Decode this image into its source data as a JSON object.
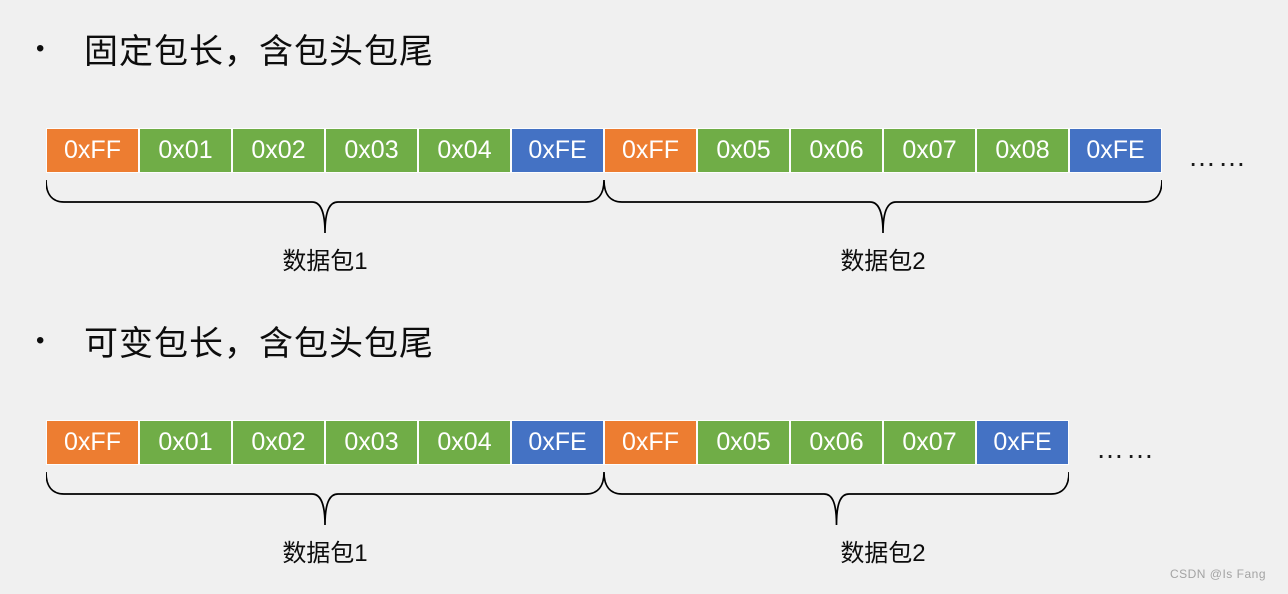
{
  "page": {
    "background": "#F0F0F0",
    "watermark": "CSDN @Is Fang"
  },
  "colors": {
    "bg": "#F0F0F0",
    "head": "#ED7D31",
    "data": "#70AD47",
    "tail": "#4472C4",
    "cell_text": "#FFFFFF",
    "text": "#0D0D0D"
  },
  "sections": [
    {
      "bullet": "•",
      "title": "固定包长，含包头包尾",
      "cells": [
        {
          "label": "0xFF",
          "type": "head"
        },
        {
          "label": "0x01",
          "type": "data"
        },
        {
          "label": "0x02",
          "type": "data"
        },
        {
          "label": "0x03",
          "type": "data"
        },
        {
          "label": "0x04",
          "type": "data"
        },
        {
          "label": "0xFE",
          "type": "tail"
        },
        {
          "label": "0xFF",
          "type": "head"
        },
        {
          "label": "0x05",
          "type": "data"
        },
        {
          "label": "0x06",
          "type": "data"
        },
        {
          "label": "0x07",
          "type": "data"
        },
        {
          "label": "0x08",
          "type": "data"
        },
        {
          "label": "0xFE",
          "type": "tail"
        }
      ],
      "ellipsis": "……",
      "groups": [
        {
          "label": "数据包1"
        },
        {
          "label": "数据包2"
        }
      ]
    },
    {
      "bullet": "•",
      "title": "可变包长，含包头包尾",
      "cells": [
        {
          "label": "0xFF",
          "type": "head"
        },
        {
          "label": "0x01",
          "type": "data"
        },
        {
          "label": "0x02",
          "type": "data"
        },
        {
          "label": "0x03",
          "type": "data"
        },
        {
          "label": "0x04",
          "type": "data"
        },
        {
          "label": "0xFE",
          "type": "tail"
        },
        {
          "label": "0xFF",
          "type": "head"
        },
        {
          "label": "0x05",
          "type": "data"
        },
        {
          "label": "0x06",
          "type": "data"
        },
        {
          "label": "0x07",
          "type": "data"
        },
        {
          "label": "0xFE",
          "type": "tail"
        }
      ],
      "ellipsis": "……",
      "groups": [
        {
          "label": "数据包1"
        },
        {
          "label": "数据包2"
        }
      ]
    }
  ]
}
